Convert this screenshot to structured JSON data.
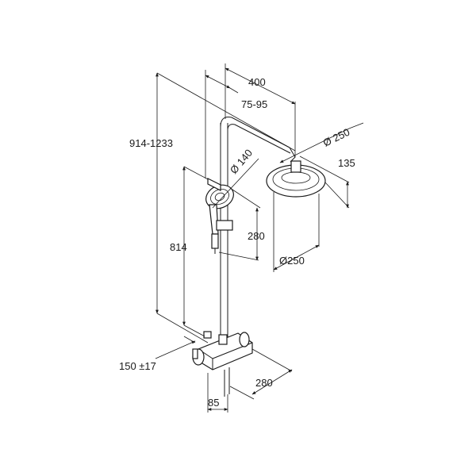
{
  "dimensions": {
    "width_top": "400",
    "arm_offset": "75-95",
    "total_height": "914-1233",
    "head_diameter_label": "Ø 250",
    "head_depth": "135",
    "hand_diameter_label": "Ø 140",
    "hand_height": "280",
    "bottom_head_diameter": "Ø250",
    "holder_height": "814",
    "inlet_spacing": "150 ±17",
    "base_depth": "280",
    "wall_offset": "85"
  },
  "colors": {
    "line": "#1a1a1a",
    "background": "#ffffff"
  }
}
